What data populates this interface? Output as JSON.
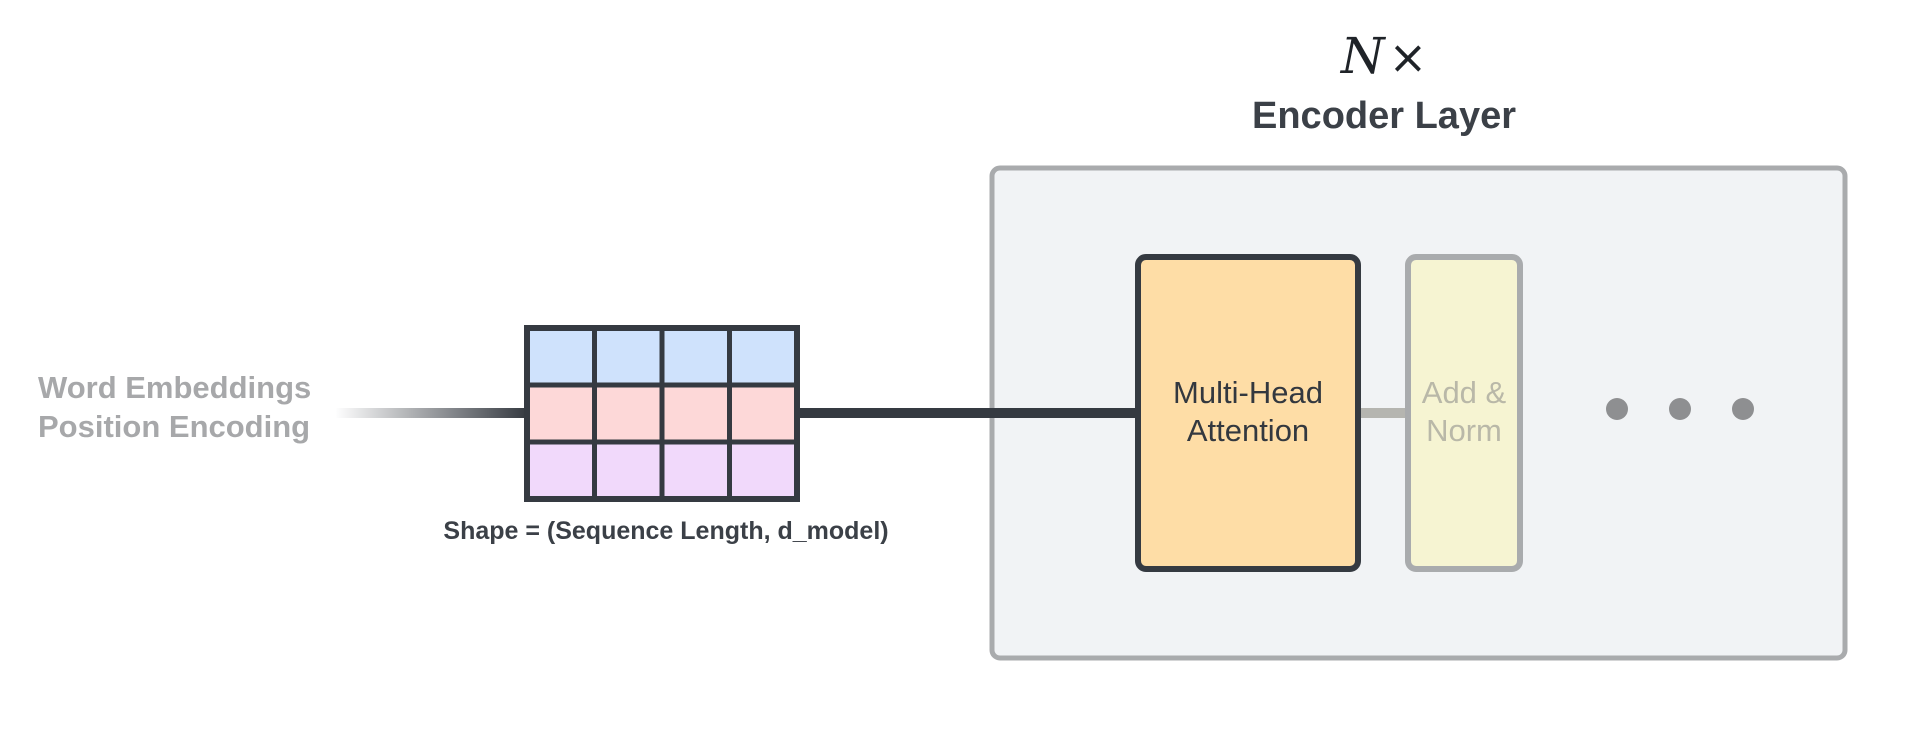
{
  "input": {
    "line1": "Word Embeddings",
    "line2": "Position Encoding"
  },
  "matrix": {
    "rows": 3,
    "cols": 4,
    "row_colors": [
      "#cfe2fc",
      "#fdd8d8",
      "#f1d9fb"
    ],
    "shape_label": "Shape = (Sequence Length, d_model)"
  },
  "encoder": {
    "repeat_symbol": "N",
    "repeat_times": "×",
    "title": "Encoder Layer",
    "blocks": {
      "mha": {
        "line1": "Multi-Head",
        "line2": "Attention",
        "color": "#fedda6"
      },
      "add_norm": {
        "line1": "Add &",
        "line2": "Norm",
        "color": "#f6f4d2"
      }
    },
    "ellipsis_dots": 3
  },
  "colors": {
    "dark_stroke": "#353a41",
    "panel_fill": "#f1f3f5",
    "panel_stroke": "#a9abad",
    "faded_stroke": "#b5b5b0",
    "dot": "#8e8f91"
  }
}
